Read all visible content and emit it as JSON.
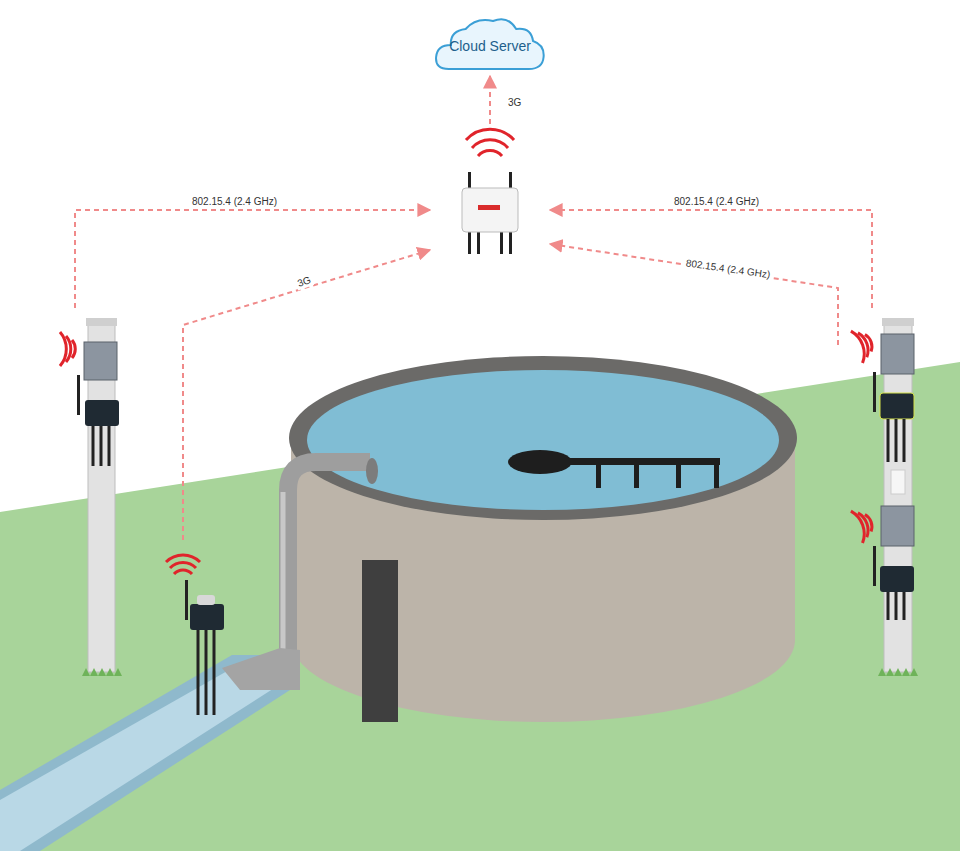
{
  "diagram": {
    "nodes": [
      {
        "text": [
          "Cloud Server"
        ]
      }
    ],
    "labels": [
      "3G",
      "802.15.4 (2.4 GHz)",
      "802.15.4 (2.4 GHz)",
      "802.15.4 (2.4 GHz)",
      "3G"
    ]
  }
}
